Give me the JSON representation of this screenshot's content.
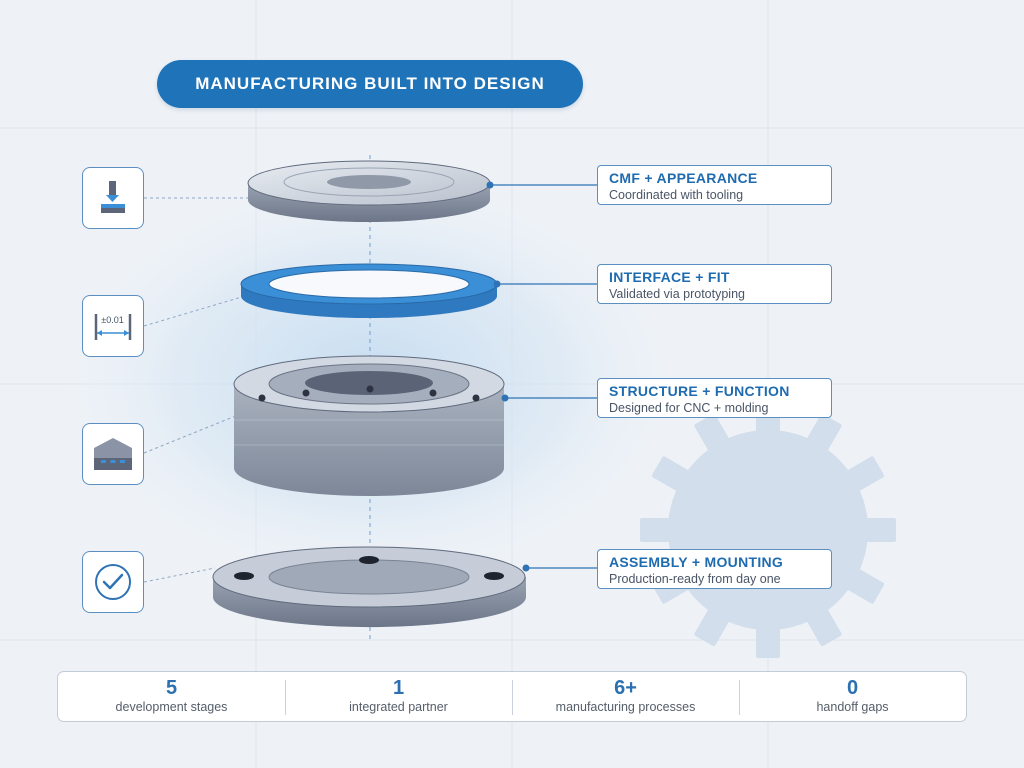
{
  "title": "MANUFACTURING BUILT INTO DESIGN",
  "icons": {
    "press": "press-icon",
    "tolerance": "caliper-icon",
    "tolerance_label": "±0.01",
    "mold": "mold-icon",
    "check": "check-icon"
  },
  "labels": [
    {
      "title": "CMF + APPEARANCE",
      "subtitle": "Coordinated with tooling"
    },
    {
      "title": "INTERFACE + FIT",
      "subtitle": "Validated via prototyping"
    },
    {
      "title": "STRUCTURE + FUNCTION",
      "subtitle": "Designed for CNC + molding"
    },
    {
      "title": "ASSEMBLY + MOUNTING",
      "subtitle": "Production-ready from day one"
    }
  ],
  "stats": [
    {
      "value": "5",
      "label": "development stages"
    },
    {
      "value": "1",
      "label": "integrated partner"
    },
    {
      "value": "6+",
      "label": "manufacturing processes"
    },
    {
      "value": "0",
      "label": "handoff gaps"
    }
  ],
  "colors": {
    "accent": "#1f73b8",
    "ring": "#3a8fd6",
    "metal": "#8c96a6"
  }
}
